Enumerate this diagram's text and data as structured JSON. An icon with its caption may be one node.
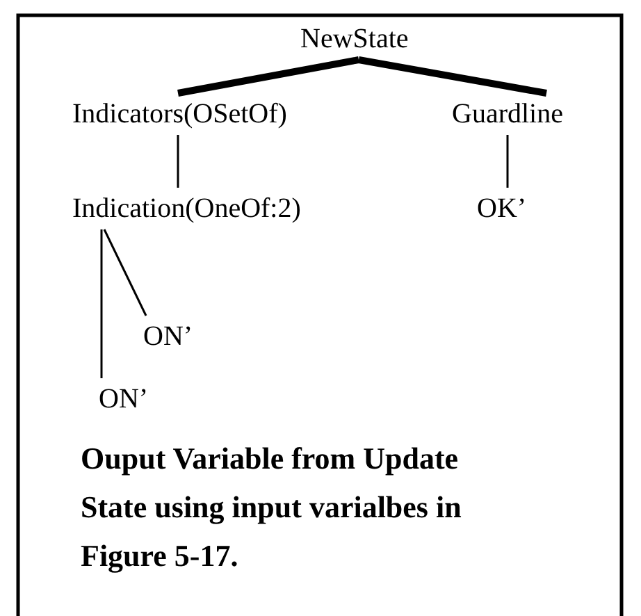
{
  "diagram": {
    "caption": "Ouput Variable from Update State using input varialbes in Figure 5-17.",
    "nodes": [
      {
        "text": [
          "NewState"
        ]
      },
      {
        "text": [
          "Indicators(OSetOf)"
        ]
      },
      {
        "text": [
          "Guardline"
        ]
      },
      {
        "text": [
          "Indication(OneOf:2)"
        ]
      },
      {
        "text": [
          "OK’"
        ]
      },
      {
        "text": [
          "ON’"
        ]
      },
      {
        "text": [
          "ON’"
        ]
      }
    ],
    "edges": [
      {
        "from": 0,
        "to": 1,
        "arrow": "none",
        "style": "thick"
      },
      {
        "from": 0,
        "to": 2,
        "arrow": "none",
        "style": "thick"
      },
      {
        "from": 1,
        "to": 3,
        "arrow": "none"
      },
      {
        "from": 2,
        "to": 4,
        "arrow": "none"
      },
      {
        "from": 3,
        "to": 5,
        "arrow": "none"
      },
      {
        "from": 3,
        "to": 6,
        "arrow": "none"
      }
    ]
  }
}
